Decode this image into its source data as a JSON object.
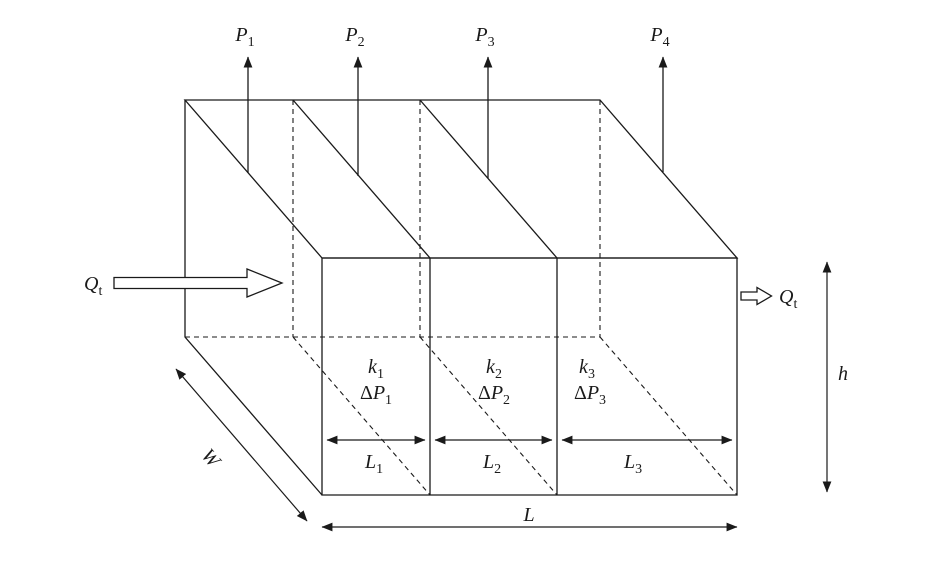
{
  "page": {
    "background": "#ffffff",
    "line_color": "#1a1a1a"
  },
  "pressures": [
    {
      "main": "P",
      "sub": "1"
    },
    {
      "main": "P",
      "sub": "2"
    },
    {
      "main": "P",
      "sub": "3"
    },
    {
      "main": "P",
      "sub": "4"
    }
  ],
  "flow": {
    "inlet": {
      "main": "Q",
      "sub": "t"
    },
    "outlet": {
      "main": "Q",
      "sub": "t"
    }
  },
  "sections": [
    {
      "permeability": {
        "main": "k",
        "sub": "1"
      },
      "pressure_drop": {
        "delta": "Δ",
        "main": "P",
        "sub": "1"
      },
      "length": {
        "main": "L",
        "sub": "1"
      }
    },
    {
      "permeability": {
        "main": "k",
        "sub": "2"
      },
      "pressure_drop": {
        "delta": "Δ",
        "main": "P",
        "sub": "2"
      },
      "length": {
        "main": "L",
        "sub": "2"
      }
    },
    {
      "permeability": {
        "main": "k",
        "sub": "3"
      },
      "pressure_drop": {
        "delta": "Δ",
        "main": "P",
        "sub": "3"
      },
      "length": {
        "main": "L",
        "sub": "3"
      }
    }
  ],
  "dimensions": {
    "height": "h",
    "width": "W",
    "total_length": "L"
  }
}
